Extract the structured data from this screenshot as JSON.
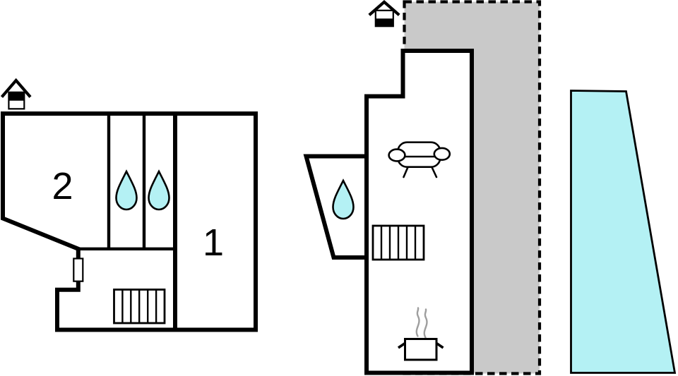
{
  "colors": {
    "wall": "#000000",
    "floor_fill": "#ffffff",
    "water_fill": "#b4f1f4",
    "terrace_fill": "#c9c9c9",
    "steam": "#9e9e9e",
    "background": "#ffffff"
  },
  "upper_floor_plan": {
    "level_icon": "house-upper-level-icon",
    "room_labels": [
      "2",
      "1"
    ],
    "icons": [
      "water-drop-icon",
      "water-drop-icon",
      "stairs-icon",
      "door-marker"
    ]
  },
  "ground_floor_plan": {
    "level_icon": "house-ground-level-icon",
    "icons": [
      "sofa-icon",
      "water-drop-icon",
      "stairs-icon",
      "cooking-pot-icon",
      "steam-icon"
    ]
  },
  "outdoor": {
    "icons": [
      "terrace-area",
      "swimming-pool"
    ]
  }
}
